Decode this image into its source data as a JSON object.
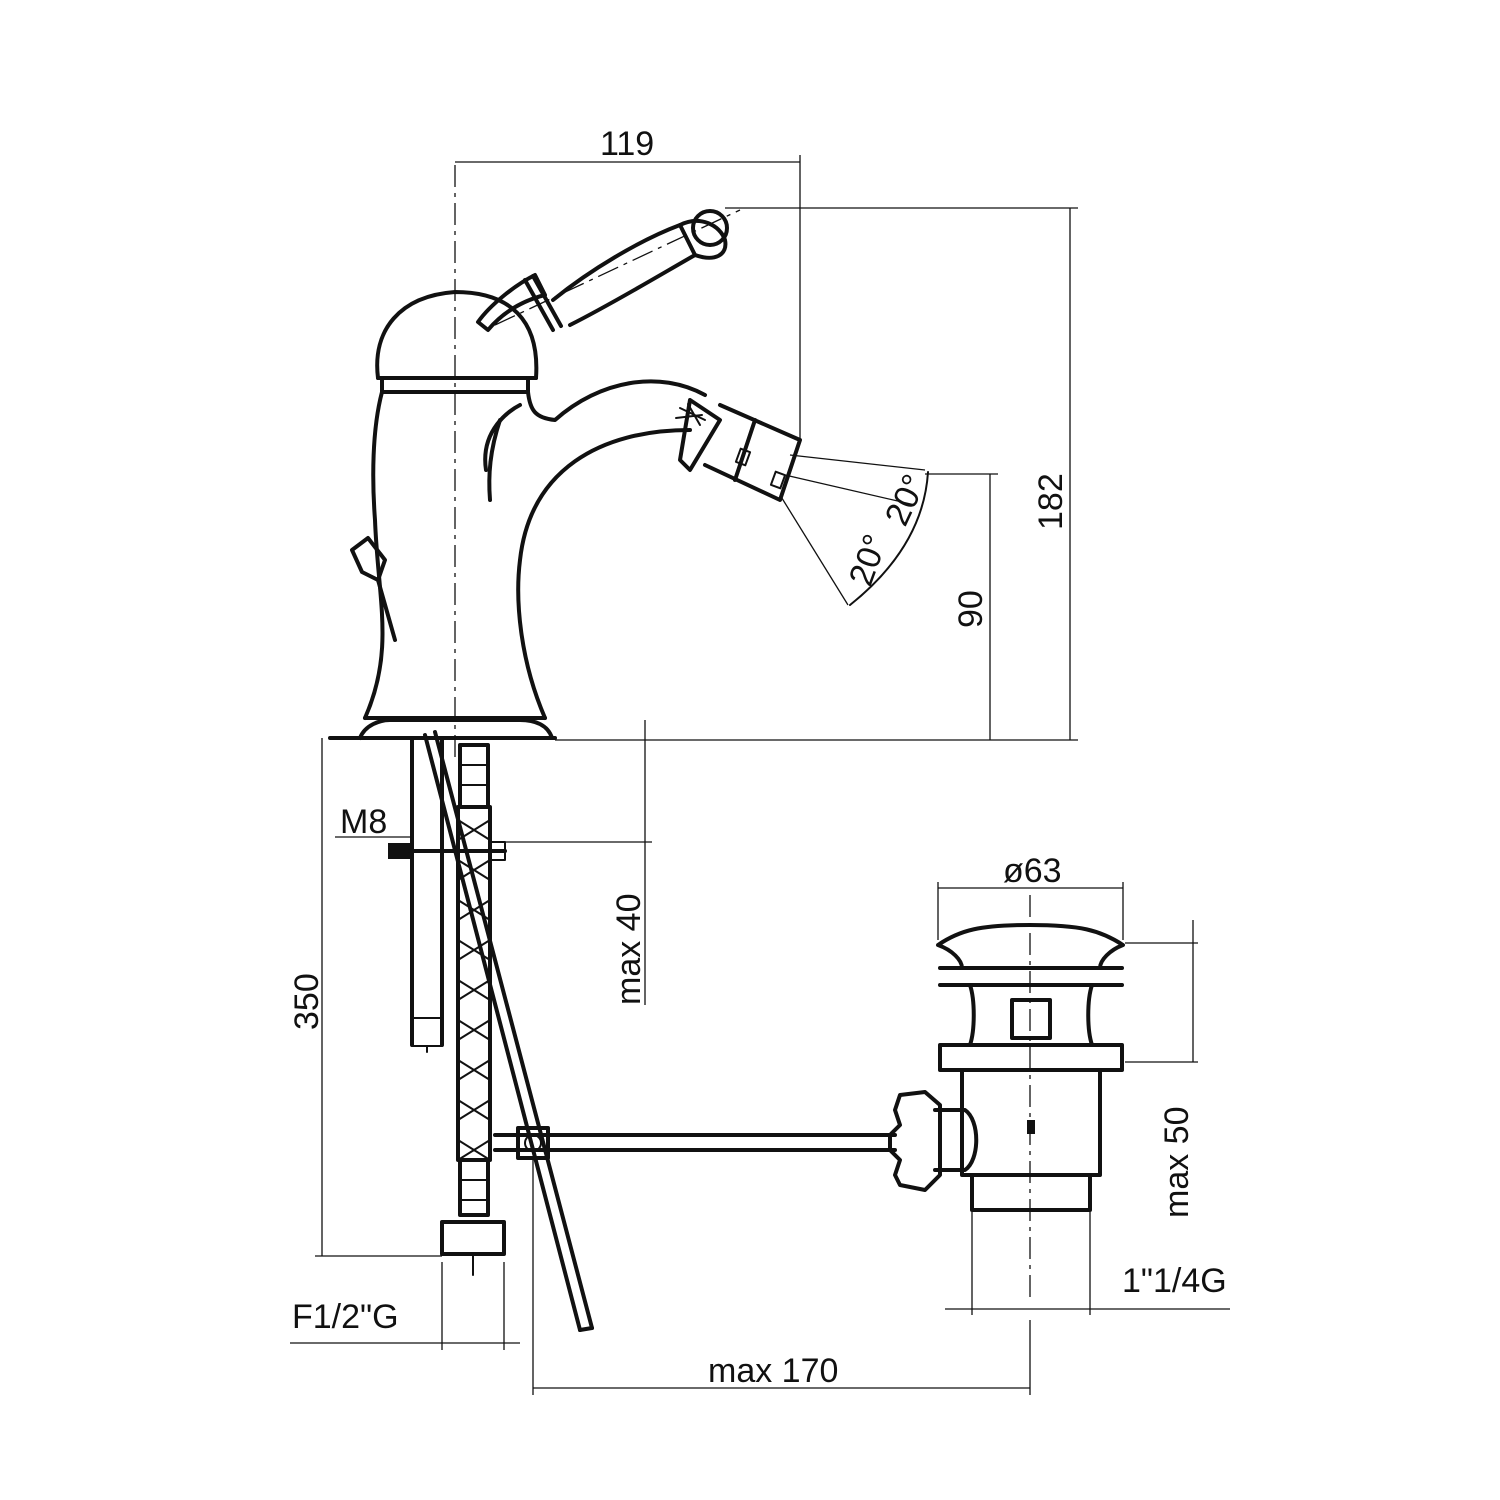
{
  "dimensions": {
    "width_119": "119",
    "height_182": "182",
    "height_90": "90",
    "angle_top": "20°",
    "angle_bottom": "20°",
    "thread_m8": "M8",
    "max_40": "max 40",
    "length_350": "350",
    "inlet_f12g": "F1/2\"G",
    "max_170": "max 170",
    "diameter_63": "ø63",
    "max_50": "max 50",
    "waste_thread": "1\"1/4G"
  }
}
